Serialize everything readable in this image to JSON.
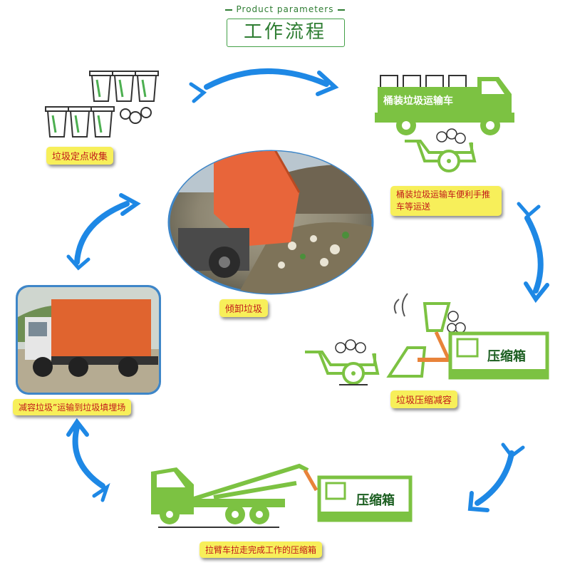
{
  "header": {
    "subtitle": "Product parameters",
    "title": "工作流程"
  },
  "steps": {
    "collect": "垃圾定点收集",
    "bucket_transport": "桶装垃圾运输车便利手推车等运送",
    "dump": "倾卸垃圾",
    "compress": "垃圾压缩减容",
    "pull_away": "拉臂车拉走完成工作的压缩箱",
    "transport_landfill": "减容垃圾”运输到垃圾填埋场"
  },
  "illustrations": {
    "bucket_truck_text": "桶装垃圾运输车",
    "compress_box_text": "压缩箱",
    "hook_truck_box_text": "压缩箱"
  },
  "colors": {
    "green": "#7cc242",
    "dark_green": "#2e7d32",
    "orange": "#e8833a",
    "arrow_blue": "#1e88e5",
    "label_yellow": "#f7ef5a",
    "label_text": "#c21a1a"
  }
}
